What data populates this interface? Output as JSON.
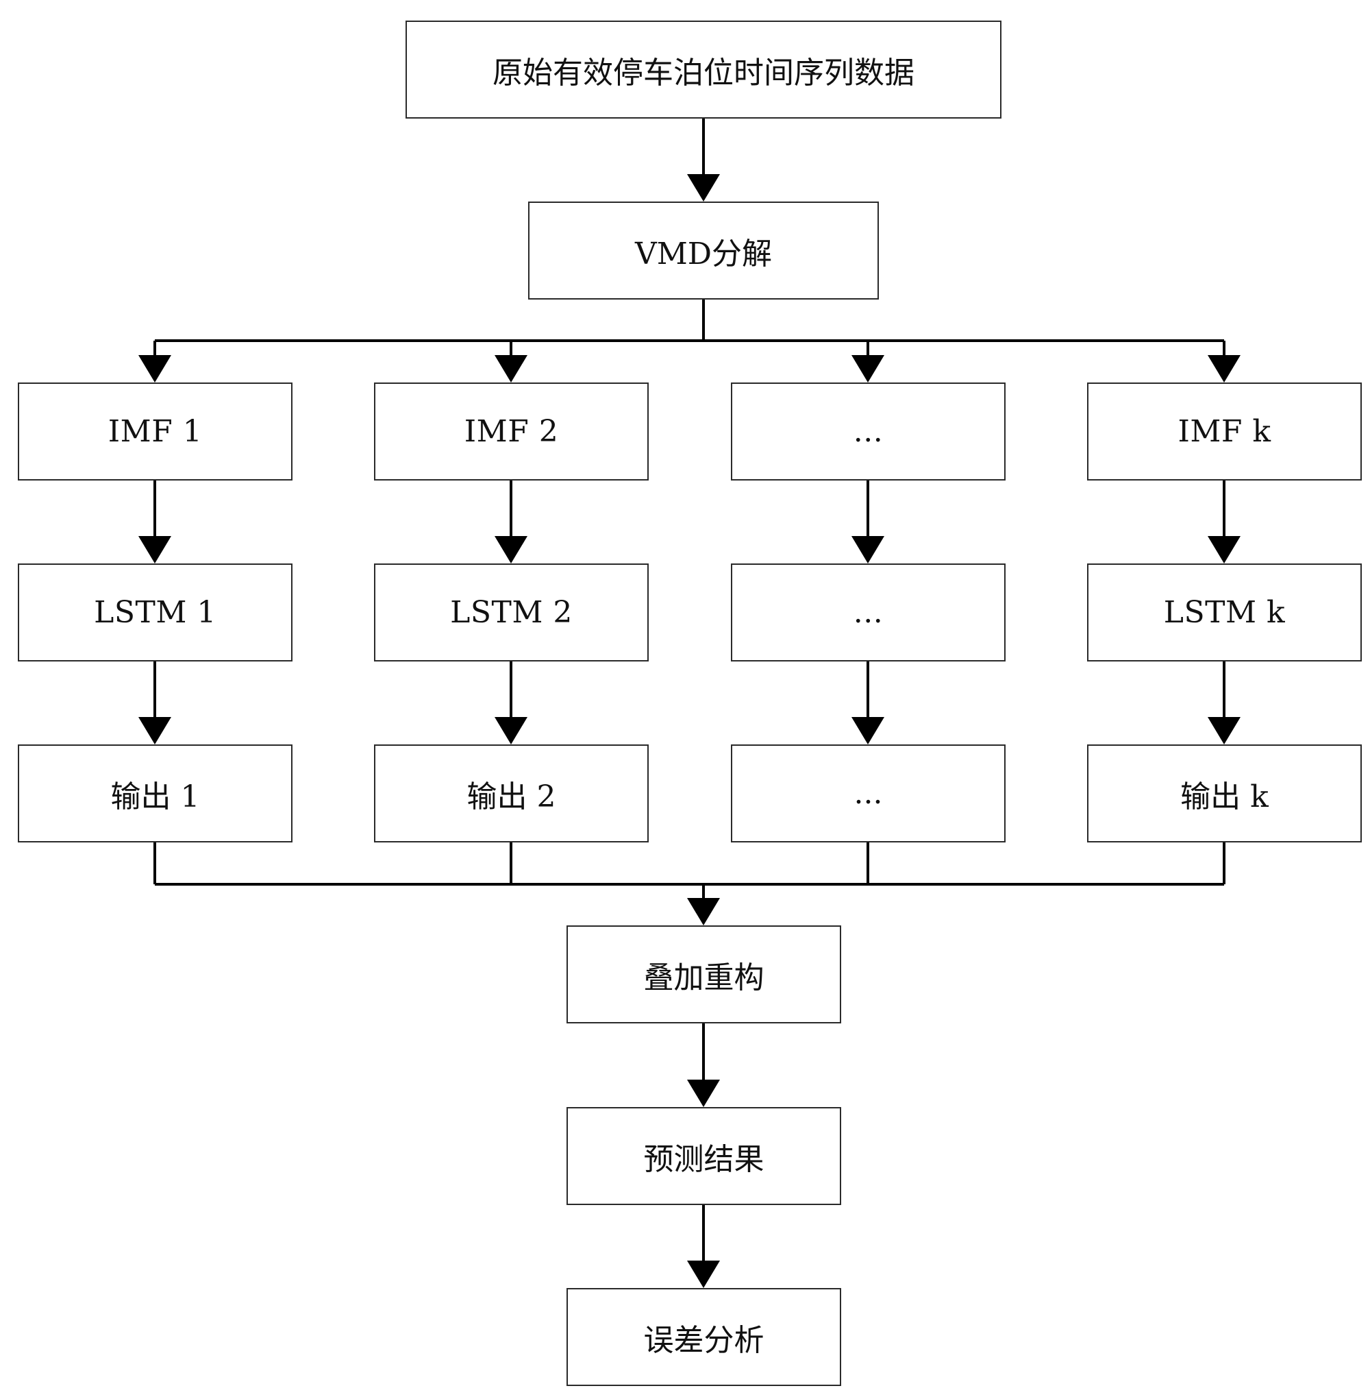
{
  "nodes": {
    "source": "原始有效停车泊位时间序列数据",
    "vmd": "VMD分解",
    "imf": [
      "IMF 1",
      "IMF 2",
      "...",
      "IMF k"
    ],
    "lstm": [
      "LSTM 1",
      "LSTM 2",
      "...",
      "LSTM k"
    ],
    "output": [
      "输出 1",
      "输出 2",
      "...",
      "输出 k"
    ],
    "reconstruct": "叠加重构",
    "prediction": "预测结果",
    "error_analysis": "误差分析"
  },
  "colors": {
    "line": "#000000",
    "border": "#2a2a2a",
    "background": "#ffffff"
  }
}
